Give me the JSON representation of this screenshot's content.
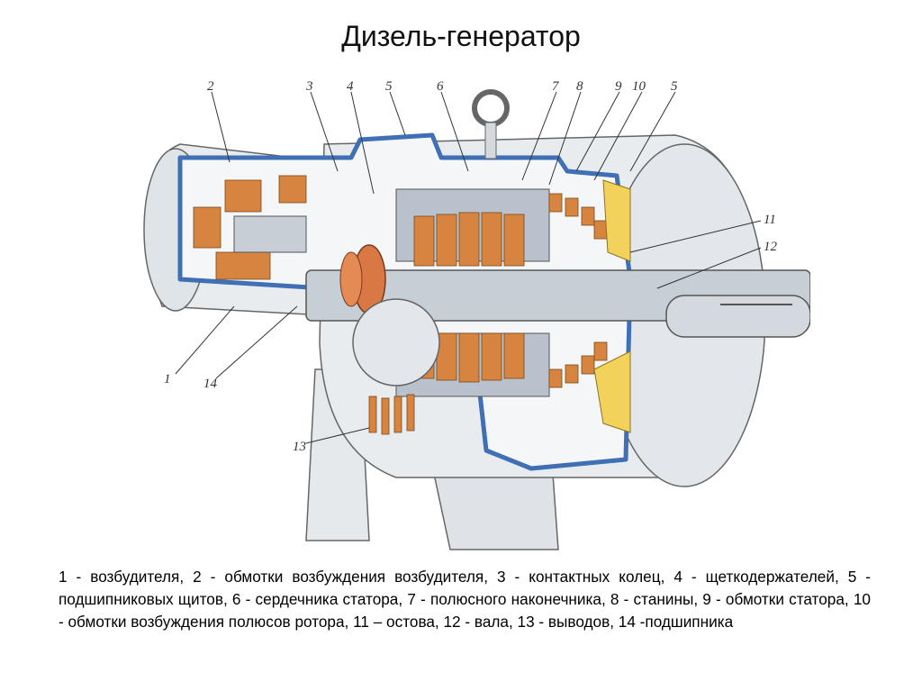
{
  "title": "Дизель-генератор",
  "labels": [
    "2",
    "3",
    "4",
    "5",
    "6",
    "7",
    "8",
    "9",
    "10",
    "5",
    "11",
    "12",
    "1",
    "14",
    "13"
  ],
  "caption": "1 - возбудителя, 2 - обмотки возбуждения возбудителя,  3 - контактных колец, 4 - щеткодержателей, 5 - подшипниковых щитов, 6 - сердечника статора, 7 - полюсного наконечника, 8 - станины, 9 - обмотки статора, 10 - обмотки возбуждения полюсов ротора, 11 – остова, 12 - вала, 13 - выводов, 14 -подшипника",
  "colors": {
    "housing": "#e8ecef",
    "cutaway": "#3f6fb5",
    "copper": "#d6843f",
    "steel": "#b9c2cc",
    "yellow": "#f2d25a"
  }
}
